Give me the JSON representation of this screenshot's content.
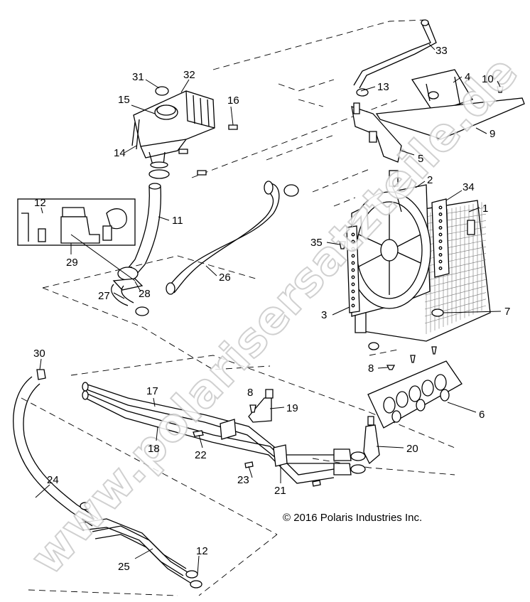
{
  "copyright": "© 2016 Polaris Industries Inc.",
  "watermark": "www.polarisersatzteile.de",
  "callouts": [
    {
      "id": "c1",
      "text": "1"
    },
    {
      "id": "c2",
      "text": "2"
    },
    {
      "id": "c3",
      "text": "3"
    },
    {
      "id": "c4",
      "text": "4"
    },
    {
      "id": "c5",
      "text": "5"
    },
    {
      "id": "c6",
      "text": "6"
    },
    {
      "id": "c7",
      "text": "7"
    },
    {
      "id": "c8a",
      "text": "8"
    },
    {
      "id": "c8b",
      "text": "8"
    },
    {
      "id": "c9",
      "text": "9"
    },
    {
      "id": "c10",
      "text": "10"
    },
    {
      "id": "c11",
      "text": "11"
    },
    {
      "id": "c12a",
      "text": "12"
    },
    {
      "id": "c12b",
      "text": "12"
    },
    {
      "id": "c13",
      "text": "13"
    },
    {
      "id": "c14",
      "text": "14"
    },
    {
      "id": "c15",
      "text": "15"
    },
    {
      "id": "c16",
      "text": "16"
    },
    {
      "id": "c17",
      "text": "17"
    },
    {
      "id": "c18",
      "text": "18"
    },
    {
      "id": "c19",
      "text": "19"
    },
    {
      "id": "c20",
      "text": "20"
    },
    {
      "id": "c21",
      "text": "21"
    },
    {
      "id": "c22",
      "text": "22"
    },
    {
      "id": "c23",
      "text": "23"
    },
    {
      "id": "c24",
      "text": "24"
    },
    {
      "id": "c25",
      "text": "25"
    },
    {
      "id": "c26",
      "text": "26"
    },
    {
      "id": "c27",
      "text": "27"
    },
    {
      "id": "c28",
      "text": "28"
    },
    {
      "id": "c29",
      "text": "29"
    },
    {
      "id": "c30",
      "text": "30"
    },
    {
      "id": "c31",
      "text": "31"
    },
    {
      "id": "c32",
      "text": "32"
    },
    {
      "id": "c33",
      "text": "33"
    },
    {
      "id": "c34",
      "text": "34"
    },
    {
      "id": "c35",
      "text": "35"
    }
  ]
}
